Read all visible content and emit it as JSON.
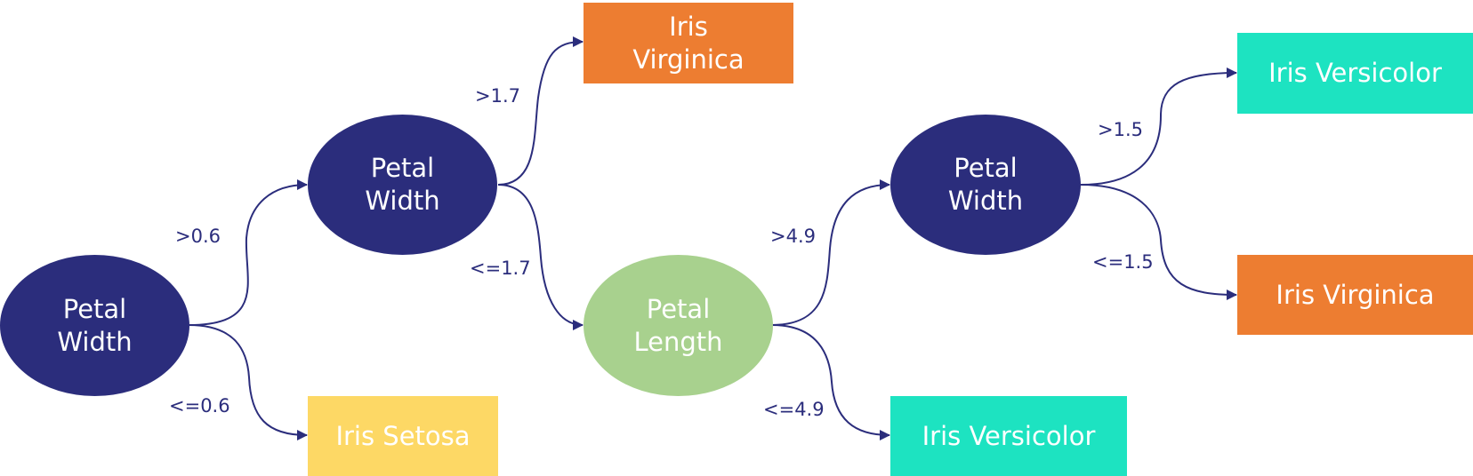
{
  "colors": {
    "decision_node": "#2b2d7c",
    "petal_length_node": "#a8d18e",
    "setosa_leaf": "#fdd865",
    "virginica_leaf": "#ed7d31",
    "versicolor_leaf": "#1de3c1",
    "edge": "#2b2d7c"
  },
  "nodes": {
    "root": {
      "line1": "Petal",
      "line2": "Width"
    },
    "pw_mid": {
      "line1": "Petal",
      "line2": "Width"
    },
    "pl": {
      "line1": "Petal",
      "line2": "Length"
    },
    "pw_right": {
      "line1": "Petal",
      "line2": "Width"
    }
  },
  "leaves": {
    "setosa": "Iris Setosa",
    "virginica_top": {
      "line1": "Iris",
      "line2": "Virginica"
    },
    "versicolor_bottom": "Iris Versicolor",
    "versicolor_top_right": "Iris Versicolor",
    "virginica_right": "Iris Virginica"
  },
  "edge_labels": {
    "gt_0_6": ">0.6",
    "le_0_6": "<=0.6",
    "gt_1_7": ">1.7",
    "le_1_7": "<=1.7",
    "gt_4_9": ">4.9",
    "le_4_9": "<=4.9",
    "gt_1_5": ">1.5",
    "le_1_5": "<=1.5"
  }
}
